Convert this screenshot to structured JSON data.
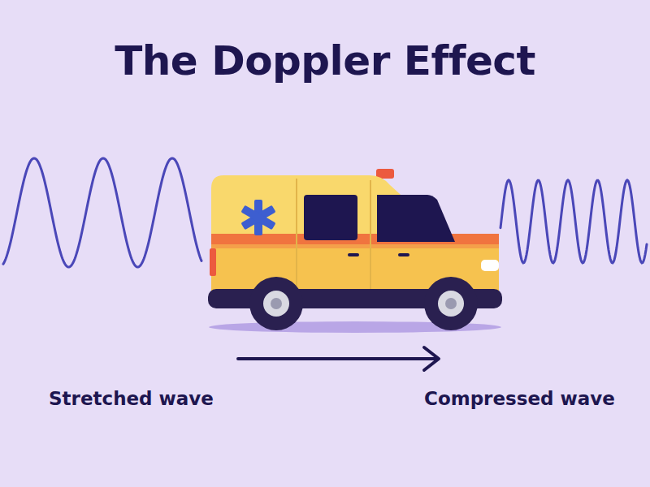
{
  "diagram": {
    "title": "The Doppler Effect",
    "labels": [
      "Stretched wave",
      "Compressed wave"
    ]
  }
}
